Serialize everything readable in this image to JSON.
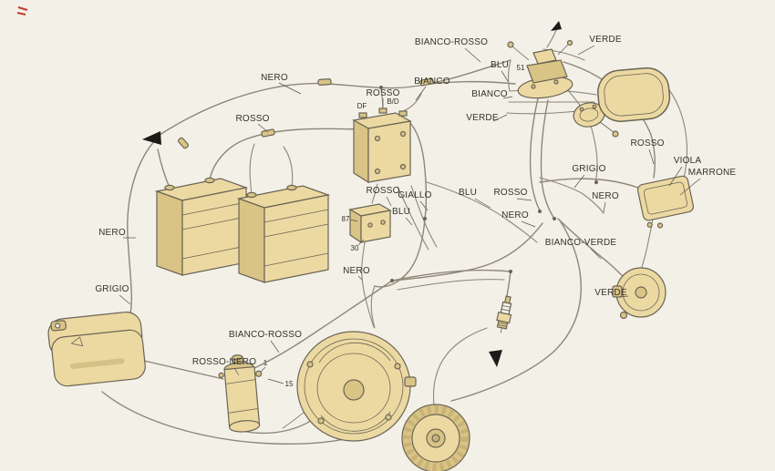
{
  "colors": {
    "background": "#f3f0e8",
    "component_fill": "#ecd9a2",
    "component_shade": "#d9c486",
    "component_dark": "#c9b276",
    "insulator": "#f4f1ea",
    "wire": "#8d8778",
    "line": "#6a6455",
    "label_text": "#35322a",
    "leader": "#55524a",
    "arrow": "#1d1b17",
    "red_mark": "#c33b2f"
  },
  "labels": {
    "l01": "NERO",
    "l02": "ROSSO",
    "l03": "ROSSO",
    "l04": "BIANCO",
    "l05": "BIANCO-ROSSO",
    "l06": "BLU",
    "l07": "VERDE",
    "l08": "BIANCO",
    "l09": "VERDE",
    "l10": "ROSSO",
    "l11": "VIOLA",
    "l12": "MARRONE",
    "l13": "GRIGIO",
    "l14": "NERO",
    "l15": "ROSSO",
    "l16": "NERO",
    "l17": "BLU",
    "l18": "GIALLO",
    "l19": "ROSSO",
    "l20": "BLU",
    "l21": "NERO",
    "l22": "BIANCO-VERDE",
    "l23": "VERDE",
    "l24": "NERO",
    "l25": "GRIGIO",
    "l26": "BIANCO-ROSSO",
    "l27": "ROSSO-NERO"
  },
  "terminals": {
    "df": "DF",
    "bd": "B/D",
    "t87": "87",
    "t30": "30",
    "t51": "51",
    "t15": "15",
    "t1": "1"
  }
}
